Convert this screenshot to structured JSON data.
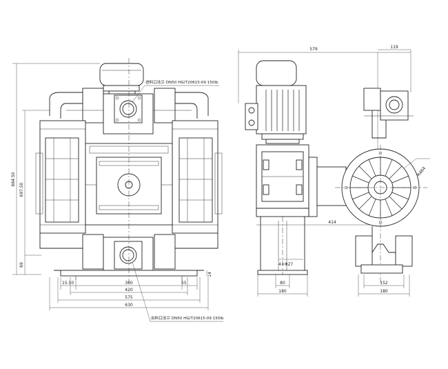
{
  "annotations": {
    "inlet_note": "进料口法兰 DN50 HG/T20615-09 150lb",
    "outlet_note": "出料口法兰 DN50 HG/T20615-09 150lb"
  },
  "front_view": {
    "height_total": "884.50",
    "height_mid": "697.50",
    "height_base": "69",
    "base_plate_h": "14",
    "base_left_margin": "15.50",
    "bolt_span": "360",
    "foot_right": "55",
    "frame_width": "420",
    "body_width": "575",
    "overall_width": "630"
  },
  "side_view": {
    "overall_depth": "579",
    "motor_offset": "119",
    "frame_depth": "414",
    "bolt_hole": "4×Φ27",
    "foot_inner": "80",
    "foot_outer": "180"
  },
  "end_view": {
    "radius": "R464",
    "base_inner": "152",
    "base_outer": "180"
  },
  "colors": {
    "line": "#222222",
    "background": "#ffffff"
  }
}
